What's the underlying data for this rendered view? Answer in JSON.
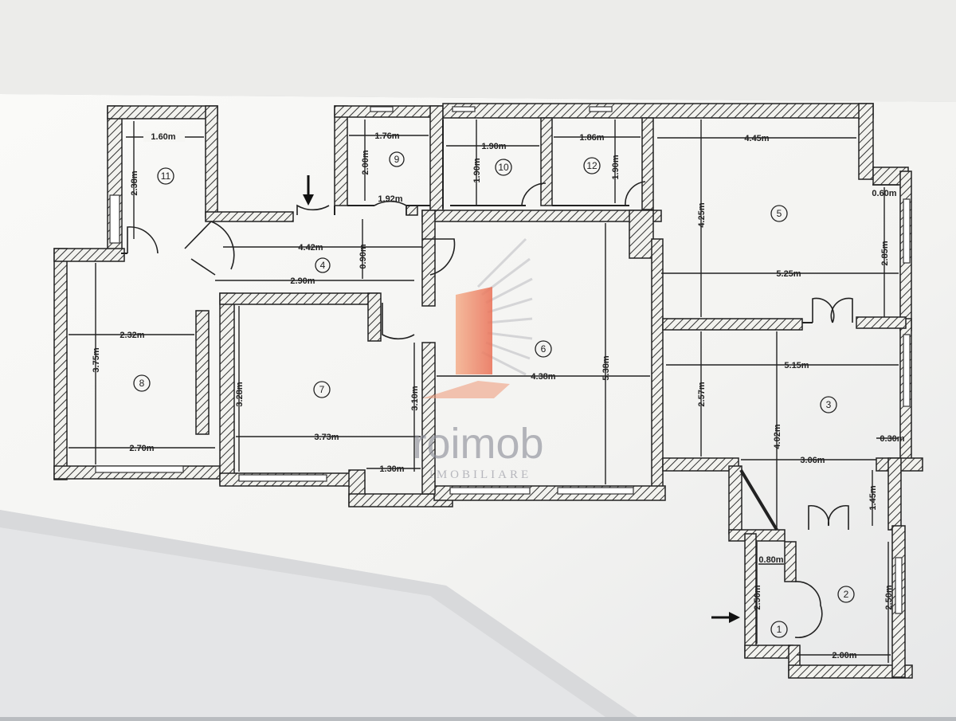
{
  "rooms": [
    {
      "id": "room-1",
      "number": "1"
    },
    {
      "id": "room-2",
      "number": "2"
    },
    {
      "id": "room-3",
      "number": "3"
    },
    {
      "id": "room-4",
      "number": "4"
    },
    {
      "id": "room-5",
      "number": "5"
    },
    {
      "id": "room-6",
      "number": "6"
    },
    {
      "id": "room-7",
      "number": "7"
    },
    {
      "id": "room-8",
      "number": "8"
    },
    {
      "id": "room-9",
      "number": "9"
    },
    {
      "id": "room-10",
      "number": "10"
    },
    {
      "id": "room-11",
      "number": "11"
    },
    {
      "id": "room-12",
      "number": "12"
    }
  ],
  "dimensions": {
    "d11_w": "1.60m",
    "d11_h": "2.38m",
    "d9_w": "1.76m",
    "d9_h": "2.00m",
    "d9_b": "1.92m",
    "d10_w": "1.90m",
    "d10_h": "1.90m",
    "d12_w": "1.86m",
    "d12_h": "1.90m",
    "d5_w": "4.45m",
    "d5_h": "4.25m",
    "d5_r": "0.60m",
    "d5_rh": "2.85m",
    "d5_b": "5.25m",
    "d4_w": "4.42m",
    "d4_h": "0.90m",
    "d4_b": "2.90m",
    "d8_w": "2.32m",
    "d8_h": "3.75m",
    "d8_b": "2.70m",
    "d7_h": "3.28m",
    "d7_w": "3.73m",
    "d7_s": "3.10m",
    "d7_n": "1.30m",
    "d6_w": "4.38m",
    "d6_h": "5.38m",
    "d3_w": "5.15m",
    "d3_h1": "2.57m",
    "d3_h2": "4.02m",
    "d3_r": "0.30m",
    "d3_b": "3.06m",
    "d2_h1": "1.45m",
    "d2_h": "2.50m",
    "d2_w": "2.00m",
    "d1_w": "0.80m",
    "d1_h": "2.50m"
  },
  "watermark": {
    "brand": "roimob",
    "tagline": "IMOBILIARE"
  }
}
